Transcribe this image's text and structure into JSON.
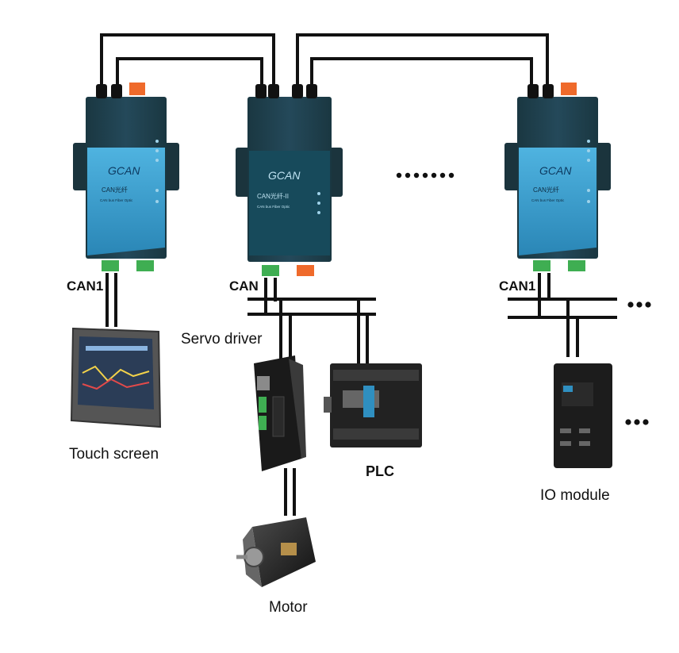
{
  "labels": {
    "can1_left": "CAN1",
    "can_mid": "CAN",
    "can1_right": "CAN1",
    "servo_driver": "Servo driver",
    "touch_screen": "Touch screen",
    "plc": "PLC",
    "io_module": "IO module",
    "motor": "Motor"
  },
  "devices": {
    "brand": "GCAN",
    "left_model": "CAN光纤",
    "mid_model": "CAN光纤-II",
    "right_model": "CAN光纤",
    "subtitle": "CAN bus Fiber Optic"
  },
  "colors": {
    "device_body": "#1e3d47",
    "device_panel": "#2f8fc0",
    "terminal_green": "#3fae52",
    "terminal_orange": "#ef6a2b",
    "cable": "#111111"
  },
  "icons": [
    "ellipsis-icon",
    "touch-screen-image",
    "servo-driver-image",
    "plc-image",
    "io-module-image",
    "motor-image"
  ]
}
